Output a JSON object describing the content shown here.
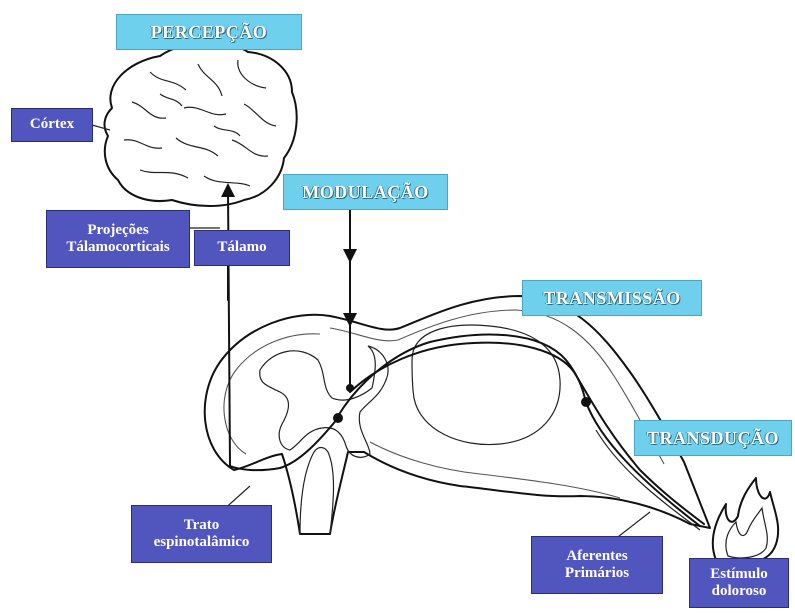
{
  "labels": {
    "percepcao": "PERCEPÇÃO",
    "cortex": "Córtex",
    "modulacao": "MODULAÇÃO",
    "projecoes": "Projeções\nTálamocorticais",
    "talamo": "Tálamo",
    "transmissao": "TRANSMISSÃO",
    "transducao": "TRANSDUÇÃO",
    "trato": "Trato\nespinotalâmico",
    "aferentes": "Aferentes\nPrimários",
    "estimulo": "Estímulo\ndoloroso"
  },
  "colors": {
    "label_blue": "#5156bf",
    "label_cyan": "#6fd0ee",
    "line": "#111111"
  }
}
